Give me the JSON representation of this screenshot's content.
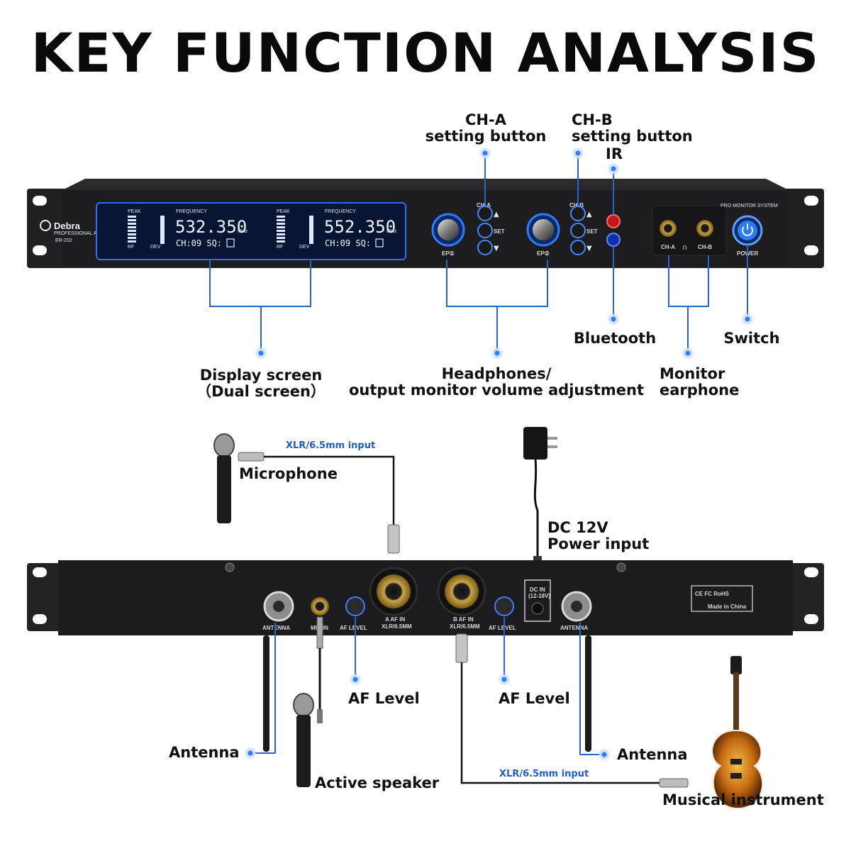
{
  "title": "KEY FUNCTION ANALYSIS",
  "front_panel": {
    "brand": "Debra",
    "brand_tagline": "PROFESSIONAL AUDIO",
    "model": "ER-202",
    "system_label": "PRO MONITOR SYSTEM",
    "power_label": "POWER",
    "ep1_label": "EP①",
    "ep2_label": "EP②",
    "cha_label": "CH-A",
    "chb_label": "CH-B",
    "set_label": "SET",
    "channel_a": {
      "frequency": "532.350",
      "unit": "MHz",
      "status": "CH:09  SQ:",
      "freq_label": "FREQUENCY",
      "peak_label": "PEAK",
      "rf_label": "RF",
      "dev_label": "DEV"
    },
    "channel_b": {
      "frequency": "552.350",
      "unit": "MHz",
      "status": "CH:09  SQ:",
      "freq_label": "FREQUENCY",
      "peak_label": "PEAK",
      "rf_label": "RF",
      "dev_label": "DEV"
    }
  },
  "front_callouts": {
    "cha_setting": [
      "CH-A",
      "setting button"
    ],
    "chb_setting": [
      "CH-B",
      "setting button"
    ],
    "ir": "IR",
    "bluetooth": "Bluetooth",
    "switch": "Switch",
    "display": [
      "Display screen",
      "（Dual screen）"
    ],
    "headphones": [
      "Headphones/",
      "output monitor volume adjustment"
    ],
    "monitor": [
      "Monitor",
      "earphone"
    ]
  },
  "rear_panel": {
    "antenna_label": "ANTENNA",
    "mic_in_label": "MIC IN",
    "af_level_label": "AF LEVEL",
    "af_in_a_label": "A AF IN",
    "af_in_b_label": "B AF IN",
    "xlr_label": "XLR/6.5MM",
    "dc_in_label": "DC IN",
    "dc_in_range": "(12-18V)",
    "compliance": "CE FC RoHS",
    "made_in": "Made in China"
  },
  "rear_callouts": {
    "xlr_input_top": "XLR/6.5mm input",
    "microphone": "Microphone",
    "dc_power": [
      "DC 12V",
      "Power input"
    ],
    "af_level_left": "AF Level",
    "af_level_right": "AF Level",
    "antenna_left": "Antenna",
    "antenna_right": "Antenna",
    "active_speaker": "Active speaker",
    "xlr_input_bottom": "XLR/6.5mm input",
    "musical_instrument": "Musical instrument"
  },
  "colors": {
    "accent": "#2f7bff",
    "line": "#2b63c6",
    "panel": "#1b1b1d",
    "lcd": "#0b1a3a"
  }
}
